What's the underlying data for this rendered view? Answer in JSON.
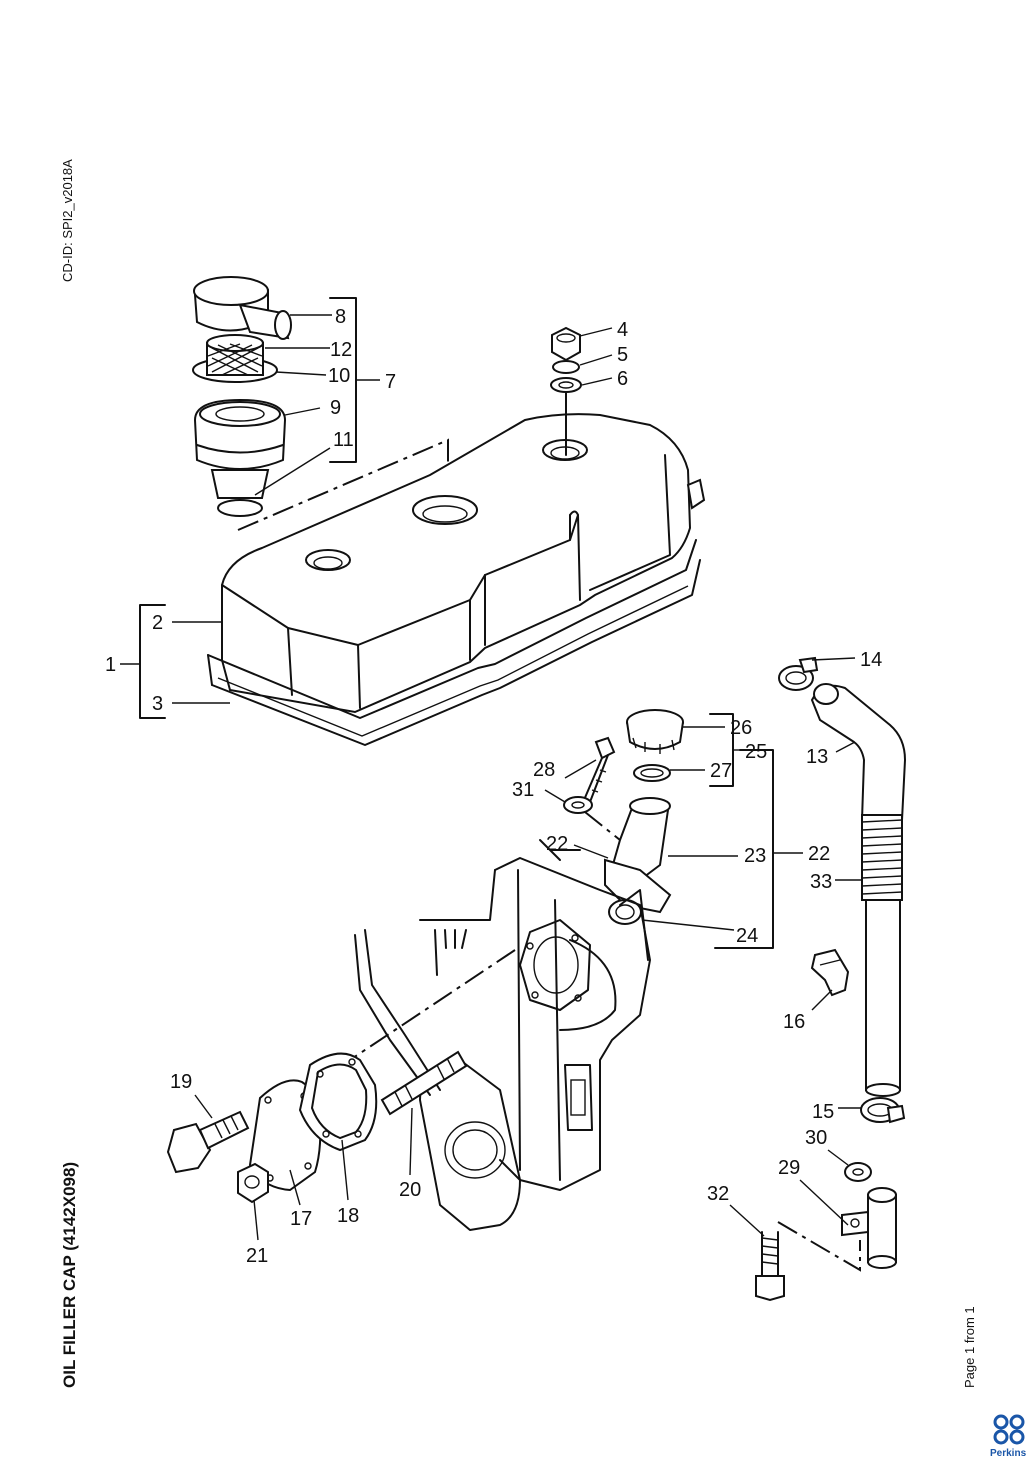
{
  "doc_id": "CD-ID: SPI2_v2018A",
  "title": "OIL FILLER CAP (4142X098)",
  "page_info": "Page 1 from 1",
  "brand": {
    "name": "Perkins",
    "color": "#1a56a8"
  },
  "callouts": [
    {
      "id": "c8",
      "text": "8"
    },
    {
      "id": "c12",
      "text": "12"
    },
    {
      "id": "c10",
      "text": "10"
    },
    {
      "id": "c9",
      "text": "9"
    },
    {
      "id": "c11",
      "text": "11"
    },
    {
      "id": "c7",
      "text": "7"
    },
    {
      "id": "c4",
      "text": "4"
    },
    {
      "id": "c5",
      "text": "5"
    },
    {
      "id": "c6",
      "text": "6"
    },
    {
      "id": "c2",
      "text": "2"
    },
    {
      "id": "c1",
      "text": "1"
    },
    {
      "id": "c3",
      "text": "3"
    },
    {
      "id": "c14",
      "text": "14"
    },
    {
      "id": "c13",
      "text": "13"
    },
    {
      "id": "c26",
      "text": "26"
    },
    {
      "id": "c25",
      "text": "25"
    },
    {
      "id": "c27",
      "text": "27"
    },
    {
      "id": "c28",
      "text": "28"
    },
    {
      "id": "c31",
      "text": "31"
    },
    {
      "id": "c22a",
      "text": "22"
    },
    {
      "id": "c23",
      "text": "23"
    },
    {
      "id": "c22b",
      "text": "22"
    },
    {
      "id": "c33",
      "text": "33"
    },
    {
      "id": "c24",
      "text": "24"
    },
    {
      "id": "c16",
      "text": "16"
    },
    {
      "id": "c19",
      "text": "19"
    },
    {
      "id": "c15",
      "text": "15"
    },
    {
      "id": "c30",
      "text": "30"
    },
    {
      "id": "c29",
      "text": "29"
    },
    {
      "id": "c32",
      "text": "32"
    },
    {
      "id": "c20",
      "text": "20"
    },
    {
      "id": "c17",
      "text": "17"
    },
    {
      "id": "c18",
      "text": "18"
    },
    {
      "id": "c21",
      "text": "21"
    }
  ]
}
